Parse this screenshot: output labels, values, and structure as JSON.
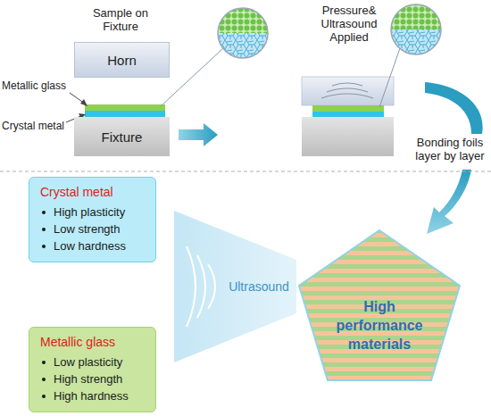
{
  "diagram": {
    "nodes": [
      {
        "text": [
          "Horn"
        ]
      },
      {
        "text": [
          "Fixture"
        ]
      },
      {
        "text": [
          "Crystal metal",
          "High plasticity",
          "Low strength",
          "Low hardness"
        ]
      },
      {
        "text": [
          "Metallic glass",
          "Low plasticity",
          "High strength",
          "High hardness"
        ]
      },
      {
        "text": [
          "Ultrasound"
        ]
      },
      {
        "text": [
          "High performance materials"
        ]
      }
    ],
    "labels": [
      "Sample on Fixture",
      "Metallic glass",
      "Crystal metal",
      "Pressure& Ultrasound Applied",
      "Bonding foils layer by layer"
    ]
  }
}
